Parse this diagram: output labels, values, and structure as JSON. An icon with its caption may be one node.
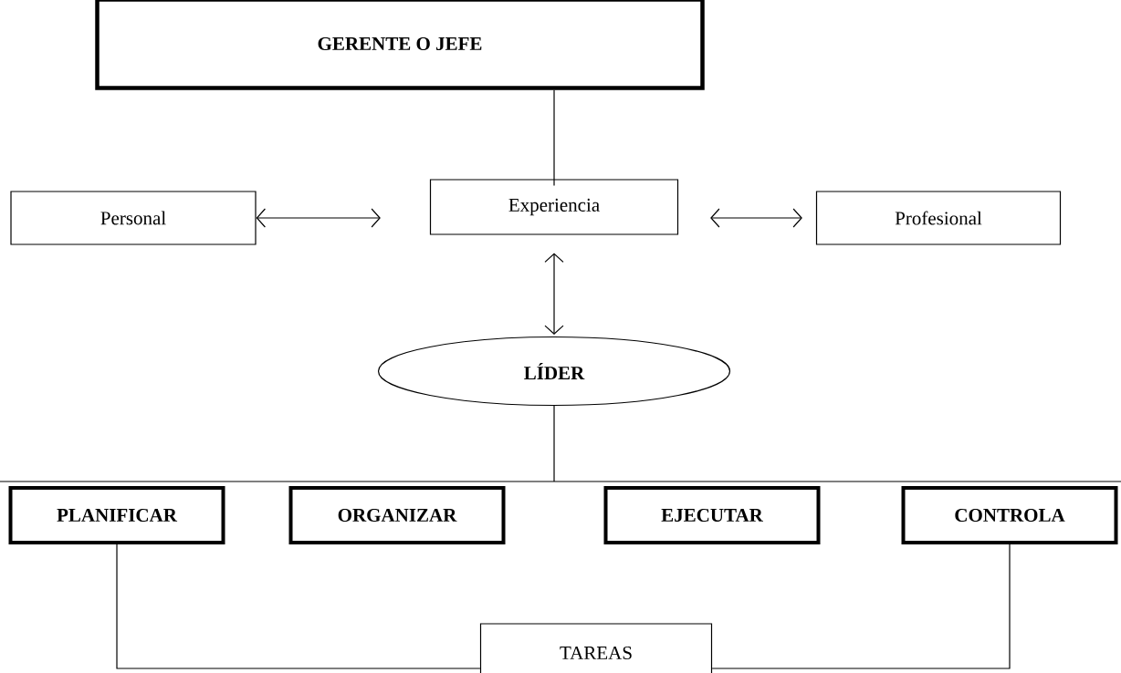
{
  "diagram": {
    "nodes": [
      {
        "text": [
          "GERENTE  O  JEFE"
        ]
      },
      {
        "text": [
          "Experiencia"
        ]
      },
      {
        "text": [
          "Personal"
        ]
      },
      {
        "text": [
          "Profesional"
        ]
      },
      {
        "text": [
          "LÍDER"
        ]
      },
      {
        "text": [
          "PLANIFICAR"
        ]
      },
      {
        "text": [
          "ORGANIZAR"
        ]
      },
      {
        "text": [
          "EJECUTAR"
        ]
      },
      {
        "text": [
          "CONTROLA"
        ]
      },
      {
        "text": [
          "TAREAS"
        ]
      }
    ],
    "edges": [
      {
        "from": 0,
        "to": 1,
        "arrow": "none"
      },
      {
        "from": 2,
        "to": 1,
        "arrow": "both"
      },
      {
        "from": 1,
        "to": 3,
        "arrow": "both"
      },
      {
        "from": 1,
        "to": 4,
        "arrow": "both"
      },
      {
        "from": 4,
        "to": null,
        "arrow": "none"
      },
      {
        "from": 5,
        "to": 9,
        "arrow": "none"
      },
      {
        "from": 8,
        "to": 9,
        "arrow": "none"
      }
    ]
  }
}
